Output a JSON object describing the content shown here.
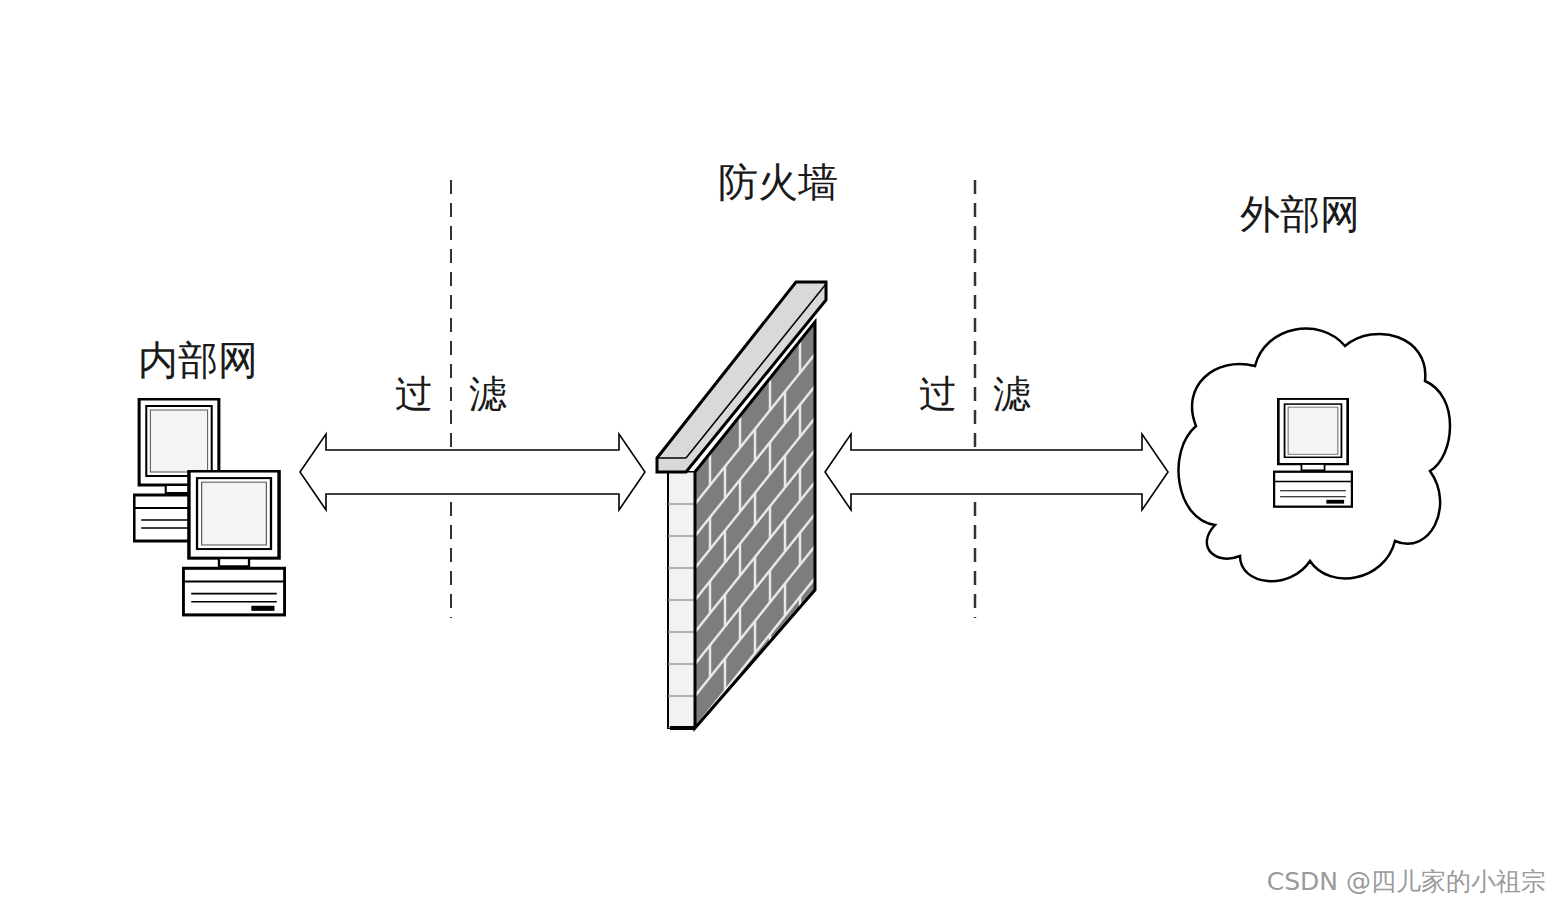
{
  "diagram": {
    "nodes": [
      {
        "text": [
          "内部网"
        ]
      },
      {
        "text": [
          "防火墙"
        ]
      },
      {
        "text": [
          "外部网"
        ]
      }
    ],
    "edges": [
      {
        "from": 0,
        "to": 1,
        "arrow": "both",
        "label": "过 滤"
      },
      {
        "from": 1,
        "to": 2,
        "arrow": "both",
        "label": "过 滤"
      }
    ],
    "labels": [
      "CSDN @四儿家的小祖宗"
    ]
  }
}
